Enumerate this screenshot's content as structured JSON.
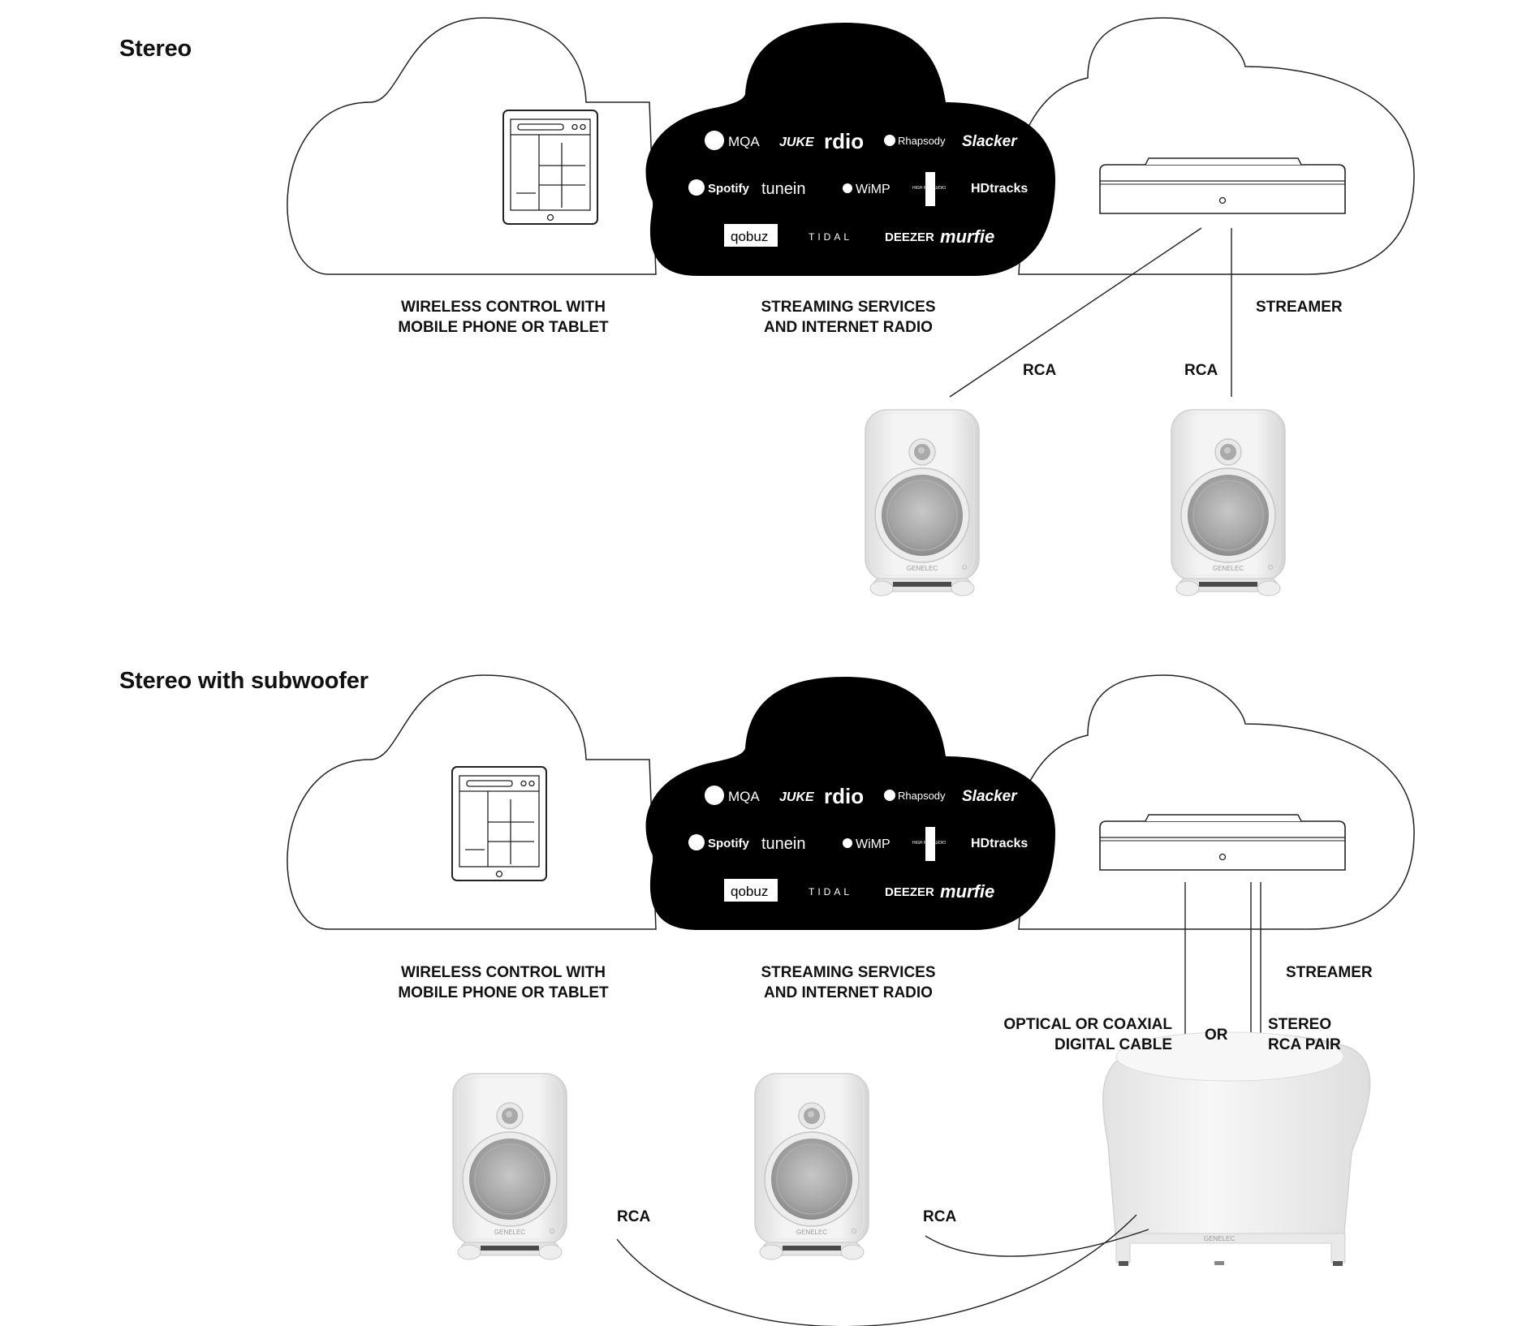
{
  "sections": [
    {
      "title": "Stereo",
      "labels": {
        "wireless_control": "WIRELESS CONTROL WITH\nMOBILE PHONE OR TABLET",
        "streaming": "STREAMING SERVICES\nAND INTERNET RADIO",
        "streamer": "STREAMER",
        "cable_left": "RCA",
        "cable_right": "RCA"
      }
    },
    {
      "title": "Stereo with subwoofer",
      "labels": {
        "wireless_control": "WIRELESS CONTROL WITH\nMOBILE PHONE OR TABLET",
        "streaming": "STREAMING SERVICES\nAND INTERNET RADIO",
        "streamer": "STREAMER",
        "digital_cable": "OPTICAL OR COAXIAL\nDIGITAL CABLE",
        "or": "OR",
        "rca_pair": "STEREO\nRCA PAIR",
        "cable_left": "RCA",
        "cable_right": "RCA"
      }
    }
  ],
  "services": [
    "MQA",
    "JUKE",
    "rdio",
    "Rhapsody",
    "Slacker",
    "Spotify",
    "tunein",
    "WiMP",
    "HIGH RES AUDIO",
    "HDtracks",
    "qobuz",
    "TIDAL",
    "DEEZER",
    "murfie"
  ],
  "speaker_brand": "GENELEC"
}
